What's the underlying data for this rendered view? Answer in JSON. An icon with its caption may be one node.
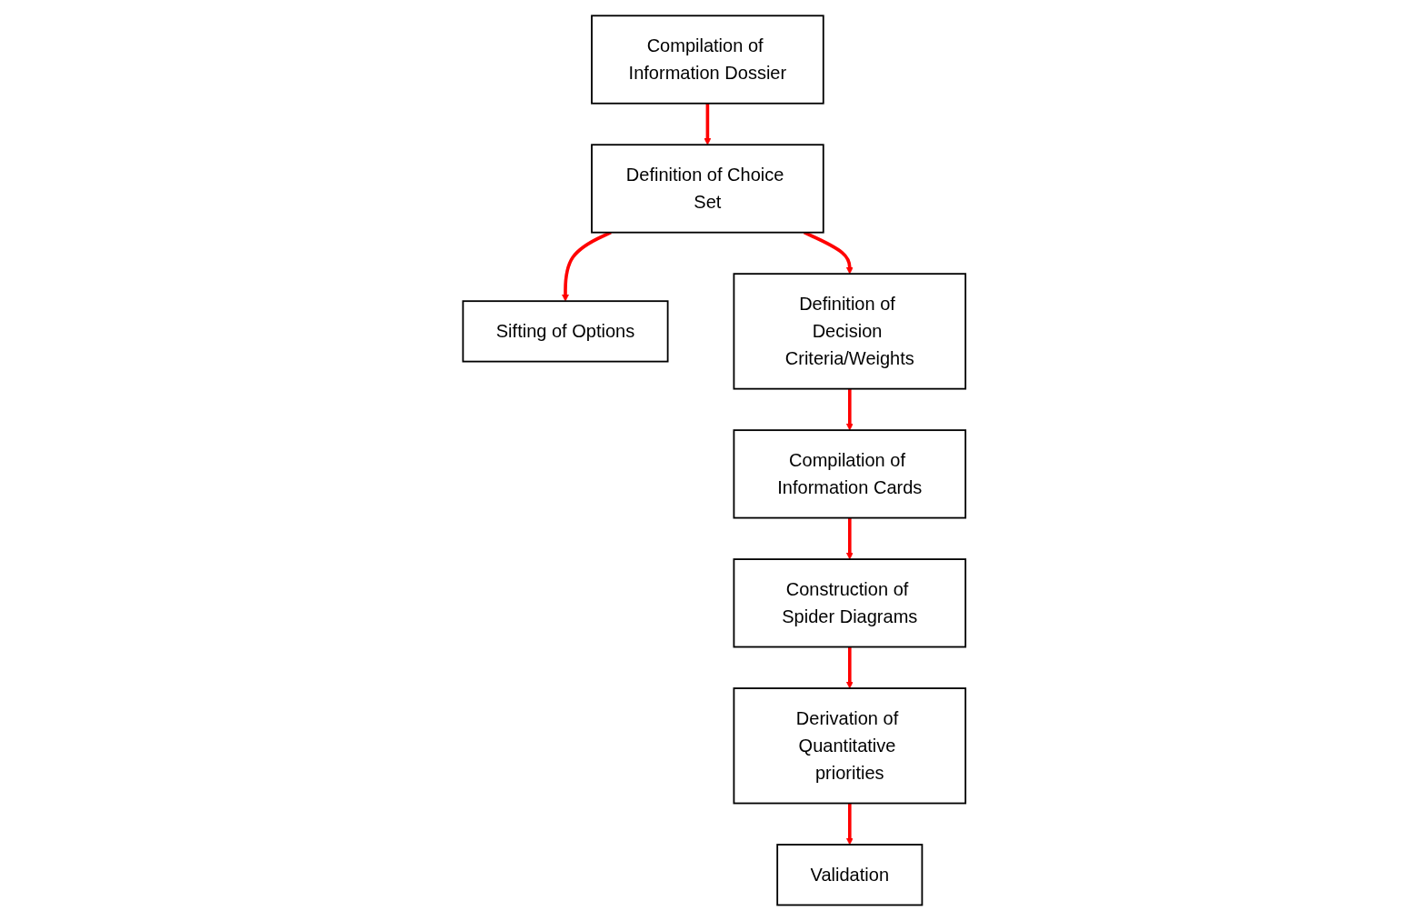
{
  "diagram": {
    "nodes": [
      {
        "text": [
          "Compilation of Information Dossier"
        ]
      },
      {
        "text": [
          "Definition of Choice Set"
        ]
      },
      {
        "text": [
          "Sifting of Options"
        ]
      },
      {
        "text": [
          "Definition of Decision Criteria/Weights"
        ]
      },
      {
        "text": [
          "Compilation of Information Cards"
        ]
      },
      {
        "text": [
          "Construction of Spider Diagrams"
        ]
      },
      {
        "text": [
          "Derivation of Quantitative priorities"
        ]
      },
      {
        "text": [
          "Validation"
        ]
      }
    ],
    "edges": [
      {
        "from": 0,
        "to": 1,
        "arrow": "to"
      },
      {
        "from": 1,
        "to": 3,
        "arrow": "to"
      },
      {
        "from": 1,
        "to": 2,
        "arrow": "to"
      },
      {
        "from": 3,
        "to": 4,
        "arrow": "to"
      },
      {
        "from": 4,
        "to": 5,
        "arrow": "to"
      },
      {
        "from": 5,
        "to": 6,
        "arrow": "to"
      },
      {
        "from": 6,
        "to": 7,
        "arrow": "to"
      }
    ]
  }
}
